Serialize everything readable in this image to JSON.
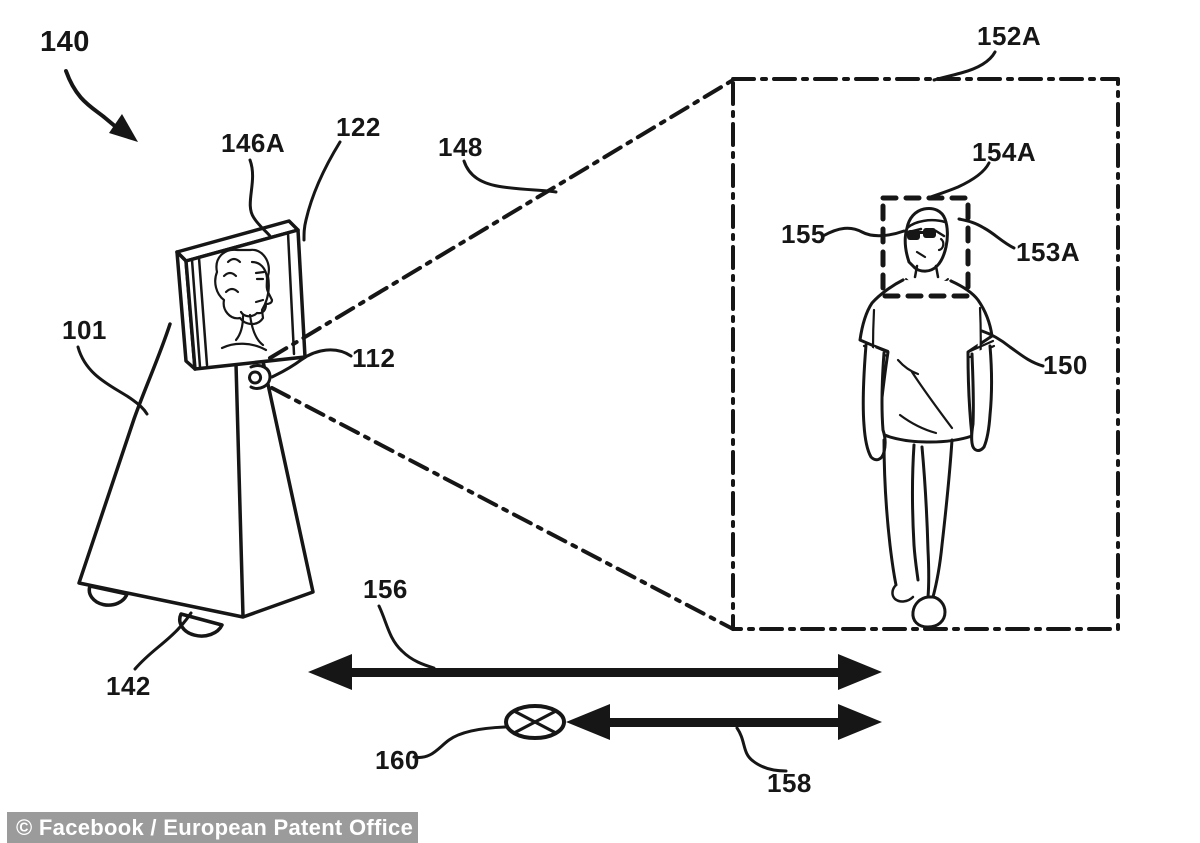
{
  "figure": {
    "reference_labels": {
      "assembly": "140",
      "displayed_face": "146A",
      "display_screen": "122",
      "telepresence_device": "101",
      "camera": "112",
      "wheel": "142",
      "field_of_view": "148",
      "captured_image_frame": "152A",
      "head_region_box": "154A",
      "face": "155",
      "head_box_side": "153A",
      "person": "150",
      "full_distance_arrow": "156",
      "partial_distance_arrow": "158",
      "crossed_circle_marker": "160"
    },
    "watermark": "© Facebook / European Patent Office",
    "colors": {
      "ink": "#161616",
      "background": "#ffffff",
      "watermark_bg": "#9b9b9b",
      "watermark_text": "#ffffff"
    }
  }
}
